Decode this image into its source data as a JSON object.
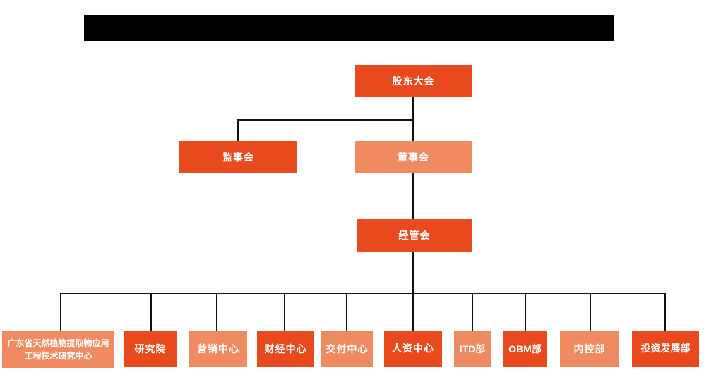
{
  "colors": {
    "node_primary": "#E8491D",
    "node_secondary": "#F08B61",
    "node_text": "#FFFFFF",
    "connector": "#111111",
    "redaction": "#000000",
    "background": "#FFFFFF"
  },
  "header": {
    "redacted_title": ""
  },
  "org_chart": {
    "root": {
      "label": "股东大会",
      "variant": "primary"
    },
    "level2": [
      {
        "label": "监事会",
        "variant": "primary"
      },
      {
        "label": "董事会",
        "variant": "secondary"
      }
    ],
    "level3": [
      {
        "label": "经管会",
        "variant": "primary"
      }
    ],
    "departments": [
      {
        "label": "广东省天然植物提取物应用工程技术研究中心",
        "variant": "secondary"
      },
      {
        "label": "研究院",
        "variant": "primary"
      },
      {
        "label": "营销中心",
        "variant": "secondary"
      },
      {
        "label": "财经中心",
        "variant": "primary"
      },
      {
        "label": "交付中心",
        "variant": "secondary"
      },
      {
        "label": "人资中心",
        "variant": "primary"
      },
      {
        "label": "ITD部",
        "variant": "secondary"
      },
      {
        "label": "OBM部",
        "variant": "primary"
      },
      {
        "label": "内控部",
        "variant": "secondary"
      },
      {
        "label": "投资发展部",
        "variant": "primary"
      }
    ]
  }
}
